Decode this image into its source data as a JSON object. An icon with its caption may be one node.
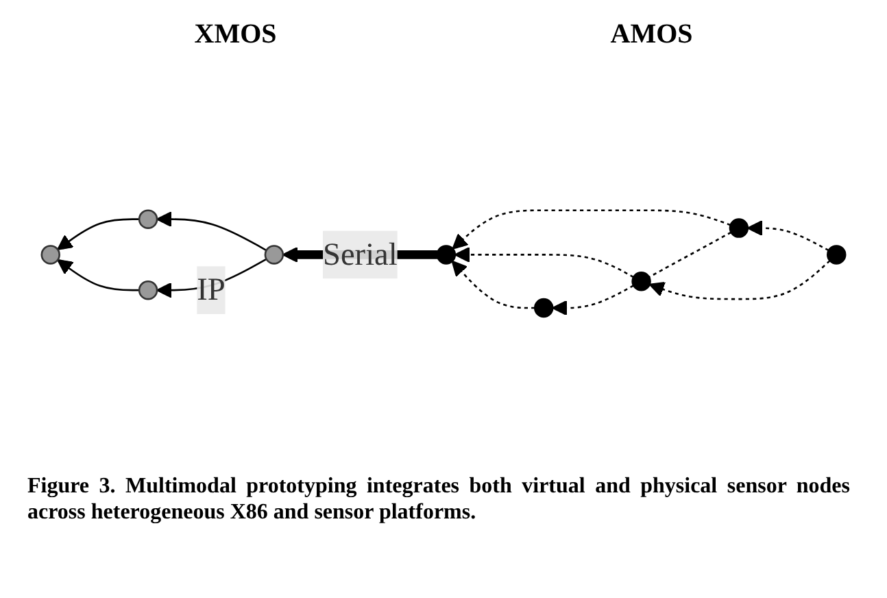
{
  "diagram": {
    "caption": "Figure 3.  Multimodal prototyping integrates both virtual and physical sensor nodes across heterogeneous X86 and sensor platforms.",
    "nodes": [
      {
        "text": [],
        "shape": "circle"
      },
      {
        "text": [],
        "shape": "circle"
      },
      {
        "text": [],
        "shape": "circle"
      },
      {
        "text": [],
        "shape": "circle"
      },
      {
        "text": [],
        "shape": "circle"
      },
      {
        "text": [],
        "shape": "circle"
      },
      {
        "text": [],
        "shape": "circle"
      },
      {
        "text": [],
        "shape": "circle"
      },
      {
        "text": [],
        "shape": "circle"
      }
    ],
    "edges": [
      {
        "from": 1,
        "to": 0,
        "arrow": "to"
      },
      {
        "from": 2,
        "to": 0,
        "arrow": "to"
      },
      {
        "from": 3,
        "to": 2,
        "arrow": "to",
        "label": "IP"
      },
      {
        "from": 3,
        "to": 1,
        "arrow": "to"
      },
      {
        "from": 6,
        "to": 3,
        "arrow": "to",
        "label": "Serial",
        "style": "thick"
      },
      {
        "from": 5,
        "to": 4,
        "arrow": "to",
        "style": "dashed"
      },
      {
        "from": 4,
        "to": 6,
        "arrow": "to",
        "style": "dashed"
      },
      {
        "from": 4,
        "to": 7,
        "arrow": "none",
        "style": "dashed"
      },
      {
        "from": 5,
        "to": 7,
        "arrow": "to",
        "style": "dashed"
      },
      {
        "from": 7,
        "to": 6,
        "arrow": "to",
        "style": "dashed"
      },
      {
        "from": 8,
        "to": 6,
        "arrow": "to",
        "style": "dashed"
      },
      {
        "from": 7,
        "to": 8,
        "arrow": "to",
        "style": "dashed"
      }
    ],
    "labels": [
      "XMOS",
      "AMOS"
    ]
  }
}
